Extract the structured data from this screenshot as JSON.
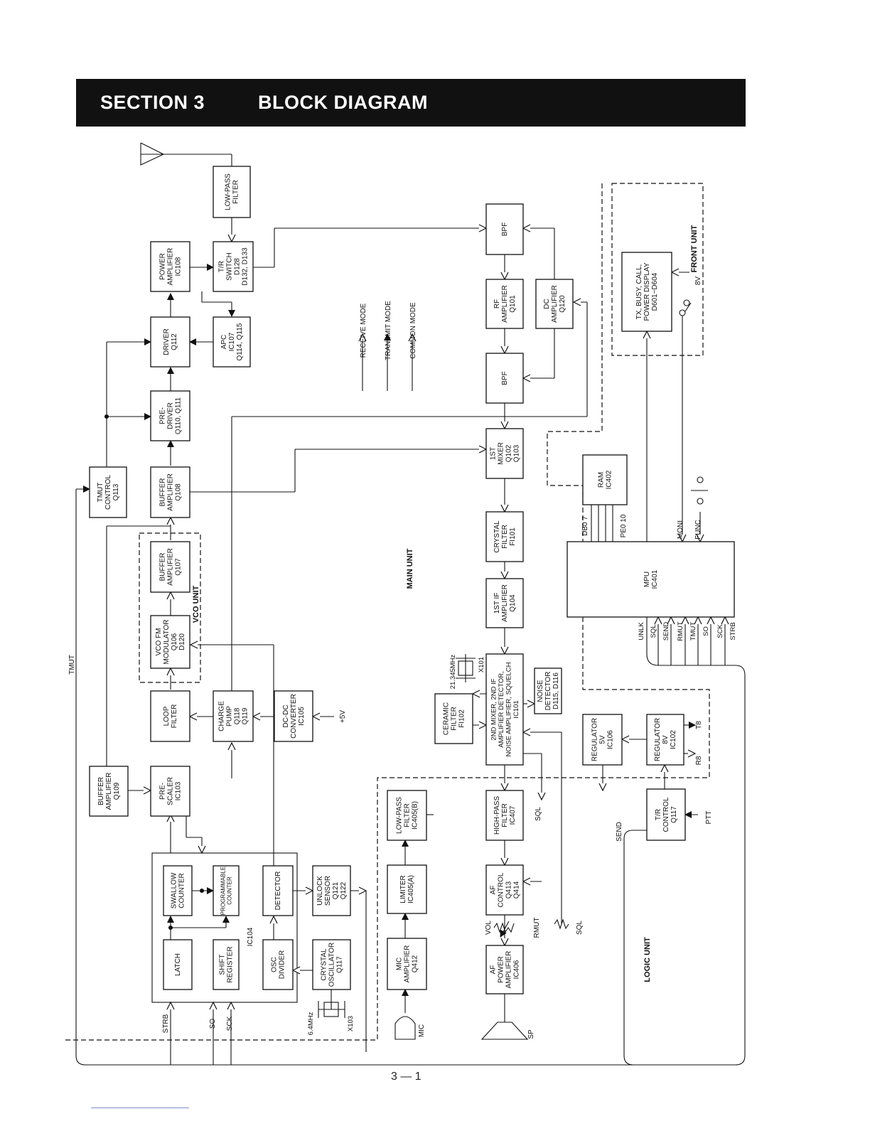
{
  "header": {
    "section": "SECTION  3",
    "title": "BLOCK DIAGRAM"
  },
  "page_number": "3 — 1",
  "legend": {
    "receive": "RECEIVE MODE",
    "transmit": "TRANSMIT MODE",
    "common": "COMMON MODE"
  },
  "units": {
    "main": "MAIN UNIT",
    "front": "FRONT UNIT",
    "logic": "LOGIC UNIT",
    "vco": "VCO UNIT"
  },
  "blocks": {
    "lpf_ant": [
      "LOW-PASS",
      "FILTER"
    ],
    "tr_switch": [
      "T/R",
      "SWITCH",
      "D128",
      "D132, D133"
    ],
    "power_amp": [
      "POWER",
      "AMPLIFIER",
      "IC108"
    ],
    "apc": [
      "APC",
      "IC107",
      "Q114, Q115"
    ],
    "driver": [
      "DRIVER",
      "Q112"
    ],
    "pre_driver": [
      "PRE-",
      "DRIVER",
      "Q110, Q111"
    ],
    "buffer_q108": [
      "BUFFER",
      "AMPLIFIER",
      "Q108"
    ],
    "tmut_control": [
      "TMUT",
      "CONTROL",
      "Q113"
    ],
    "buffer_q107": [
      "BUFFER",
      "AMPLIFIER",
      "Q107"
    ],
    "vco_fm": [
      "VCO FM",
      "MODULATOR",
      "Q106",
      "D120"
    ],
    "loop_filter": [
      "LOOP",
      "FILTER"
    ],
    "charge_pump": [
      "CHARGE",
      "PUMP",
      "Q118",
      "Q119"
    ],
    "dcdc": [
      "DC-DC",
      "CONVERTER",
      "IC105"
    ],
    "buffer_q109": [
      "BUFFER",
      "AMPLIFIER",
      "Q109"
    ],
    "prescaler": [
      "PRE-",
      "SCALER",
      "IC103"
    ],
    "swallow": [
      "SWALLOW",
      "COUNTER"
    ],
    "programmable": [
      "PROGRAMMABLE",
      "COUNTER"
    ],
    "detector": [
      "DETECTOR"
    ],
    "latch": [
      "LATCH"
    ],
    "shift_register": [
      "SHIFT",
      "REGISTER"
    ],
    "osc_divider": [
      "OSC",
      "DIVIDER"
    ],
    "unlock_sensor": [
      "UNLOCK",
      "SENSOR",
      "Q121",
      "Q122"
    ],
    "crystal_osc": [
      "CRYSTAL",
      "OSCILLATOR",
      "Q117"
    ],
    "bpf1": [
      "BPF"
    ],
    "rf_amp": [
      "RF",
      "AMPLIFIER",
      "Q101"
    ],
    "dc_amp": [
      "DC",
      "AMPLIFIER",
      "Q120"
    ],
    "bpf2": [
      "BPF"
    ],
    "mixer1": [
      "1ST",
      "MIXER",
      "Q102",
      "Q103"
    ],
    "crystal_filter": [
      "CRYSTAL",
      "FILTER",
      "FI101"
    ],
    "if_amp": [
      "1ST IF",
      "AMPLIFIER",
      "Q104"
    ],
    "ic101": [
      "2ND MIXER, 2ND IF",
      "AMPLIFIER DETECTOR,",
      "NOISE AMPLIFIER, SQUELCH",
      "IC101"
    ],
    "ceramic_filter": [
      "CERAMIC",
      "FILTER",
      "FI102"
    ],
    "noise_detector": [
      "NOISE",
      "DETECTOR",
      "D115, D116"
    ],
    "lpf_b": [
      "LOW-PASS",
      "FILTER",
      "IC405(B)"
    ],
    "limiter": [
      "LIMITER",
      "IC405(A)"
    ],
    "mic_amp": [
      "MIC",
      "AMPLIFIER",
      "Q412"
    ],
    "hpf": [
      "HIGH-PASS",
      "FILTER",
      "IC407"
    ],
    "af_control": [
      "AF",
      "CONTROL",
      "Q413",
      "Q414"
    ],
    "af_power": [
      "AF",
      "POWER",
      "AMPLIFIER",
      "IC406"
    ],
    "display": [
      "TX, BUSY, CALL,",
      "POWER DISPLAY",
      "D601~D604"
    ],
    "ram": [
      "RAM",
      "IC402"
    ],
    "mpu": [
      "MPU",
      "IC401"
    ],
    "reg5v": [
      "REGULATOR",
      "5V",
      "IC106"
    ],
    "reg8v": [
      "REGULATOR",
      "8V",
      "IC102"
    ],
    "tr_control": [
      "T/R",
      "CONTROL",
      "Q117"
    ]
  },
  "labels": {
    "ic104": "IC104",
    "x101_freq": "21.345MHz",
    "x101": "X101",
    "x103_freq": "6.4MHz",
    "x103": "X103",
    "plus5v": "+5V",
    "v8": "8V",
    "t8": "T8",
    "r8": "R8",
    "ptt": "PTT",
    "sql": "SQL",
    "sql2": "SQL",
    "vol": "VOL",
    "rmut": "RMUT",
    "send": "SEND",
    "tmut": "TMUT",
    "mic": "MIC",
    "sp": "SP",
    "strb": "STRB",
    "so": "SO",
    "sck": "SCK",
    "db0_7": "DB0  7",
    "pe0_10": "PE0  10",
    "moni": "MONI",
    "func": "FUNC",
    "mpu_pins": [
      "UNLK",
      "SQL",
      "SEND",
      "RMUT",
      "TMUT",
      "SO",
      "SCK",
      "STRB"
    ]
  }
}
